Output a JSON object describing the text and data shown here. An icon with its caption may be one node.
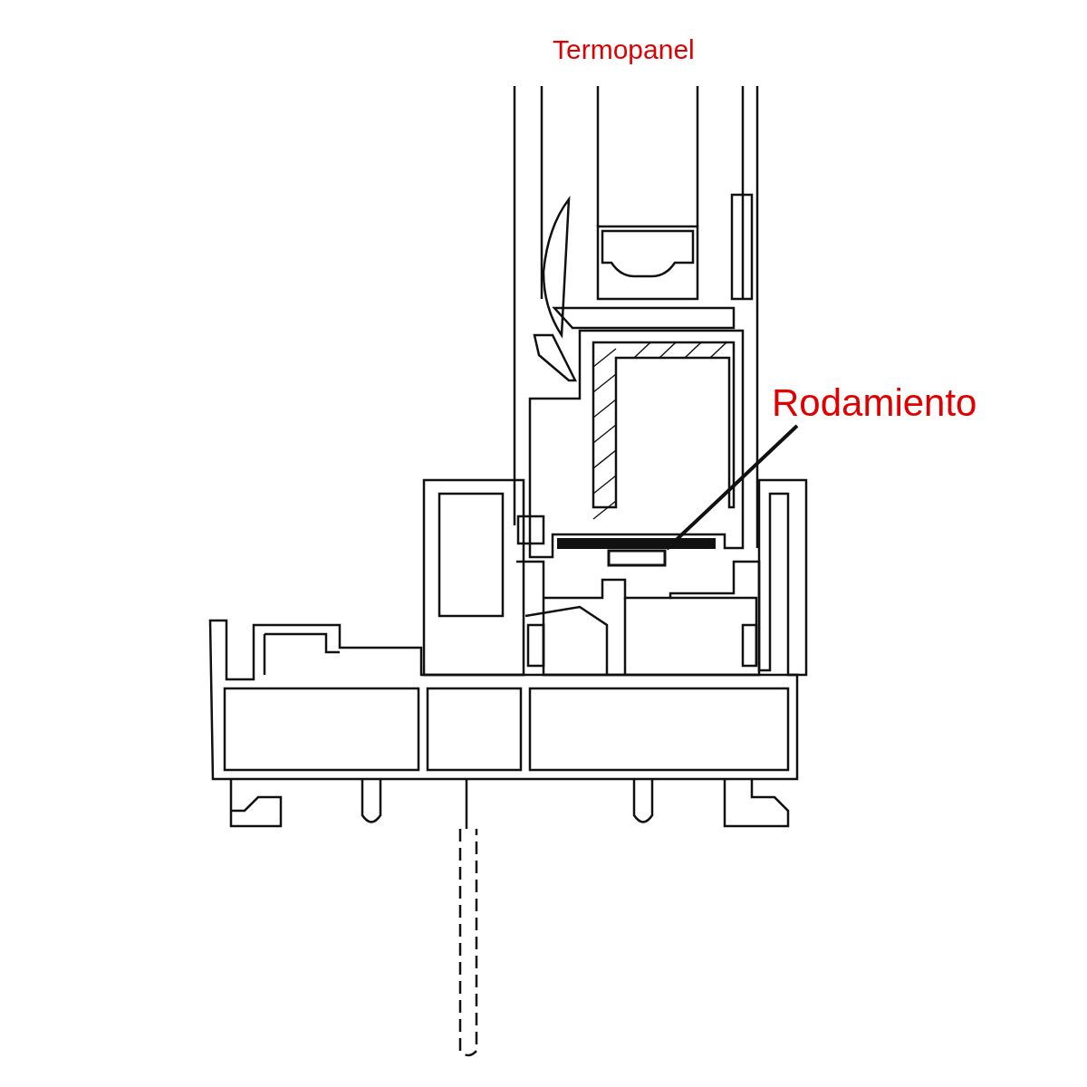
{
  "diagram": {
    "nodes": [
      {
        "text": [
          "Rodamiento"
        ]
      },
      {
        "text": [],
        "shape": "bar"
      }
    ],
    "edges": [
      {
        "from": 0,
        "to": 1,
        "arrow": "none"
      }
    ],
    "labels": [
      "Termopanel"
    ]
  }
}
